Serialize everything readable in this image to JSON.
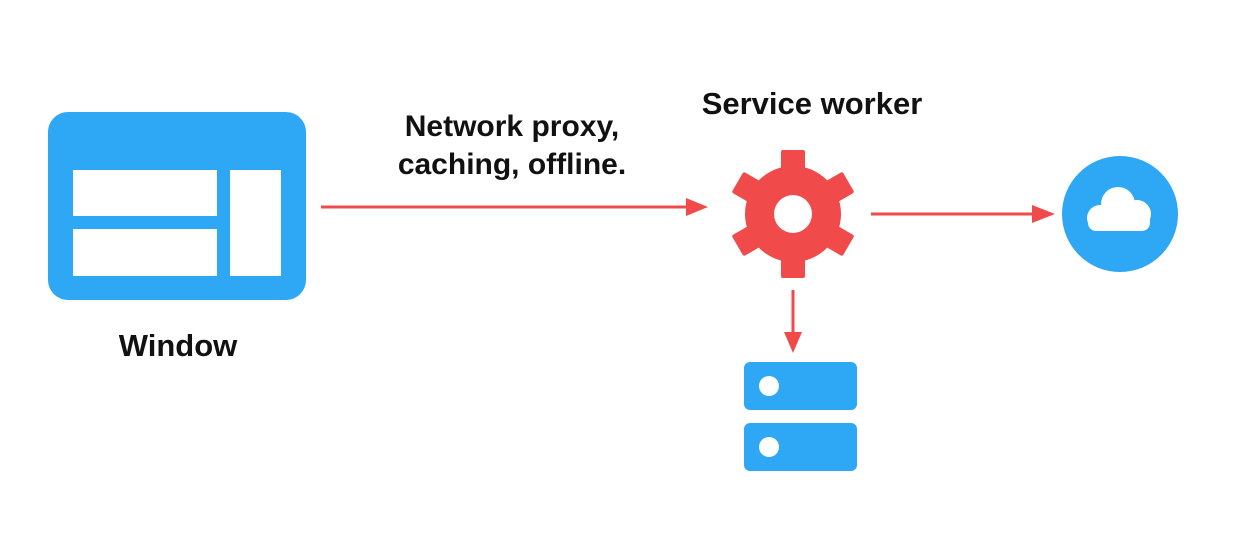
{
  "labels": {
    "window": "Window",
    "service_worker": "Service worker",
    "proxy_line1": "Network proxy,",
    "proxy_line2": "caching, offline."
  },
  "colors": {
    "blue": "#2ea7f5",
    "red": "#f04a4a",
    "white": "#ffffff"
  },
  "icons": {
    "window": "browser-window-icon",
    "service_worker": "gear-icon",
    "network": "cloud-icon",
    "storage": "server-database-icon"
  }
}
